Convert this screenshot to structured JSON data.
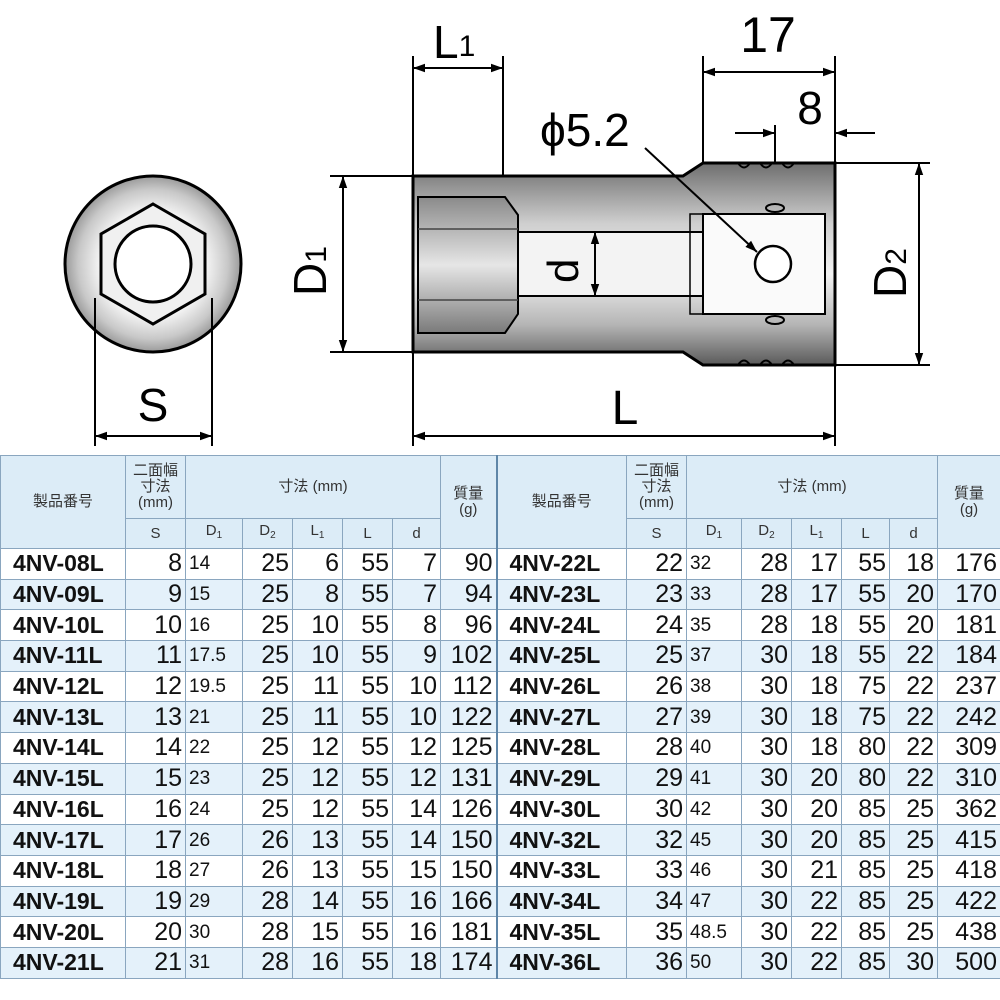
{
  "drawing": {
    "dim_L1": "L",
    "dim_L1_sub": "1",
    "dim_17": "17",
    "dim_8": "8",
    "dim_phi": "ϕ5.2",
    "dim_D1": "D",
    "dim_D1_sub": "1",
    "dim_d": "d",
    "dim_D2": "D",
    "dim_D2_sub": "2",
    "dim_S": "S",
    "dim_L": "L"
  },
  "table": {
    "header": {
      "part_no": "製品番号",
      "width_label": [
        "二面幅",
        "寸法",
        "(mm)"
      ],
      "dims_label": "寸法 (mm)",
      "mass_label": [
        "質量",
        "(g)"
      ],
      "col_S": "S",
      "col_D1": "D",
      "col_D1_sub": "1",
      "col_D2": "D",
      "col_D2_sub": "2",
      "col_L1": "L",
      "col_L1_sub": "1",
      "col_L": "L",
      "col_d": "d"
    },
    "left_rows": [
      {
        "pn": "4NV-08L",
        "s": "8",
        "d1": "14",
        "d2": "25",
        "l1": "6",
        "l": "55",
        "d": "7",
        "g": "90"
      },
      {
        "pn": "4NV-09L",
        "s": "9",
        "d1": "15",
        "d2": "25",
        "l1": "8",
        "l": "55",
        "d": "7",
        "g": "94"
      },
      {
        "pn": "4NV-10L",
        "s": "10",
        "d1": "16",
        "d2": "25",
        "l1": "10",
        "l": "55",
        "d": "8",
        "g": "96"
      },
      {
        "pn": "4NV-11L",
        "s": "11",
        "d1": "17.5",
        "d2": "25",
        "l1": "10",
        "l": "55",
        "d": "9",
        "g": "102"
      },
      {
        "pn": "4NV-12L",
        "s": "12",
        "d1": "19.5",
        "d2": "25",
        "l1": "11",
        "l": "55",
        "d": "10",
        "g": "112"
      },
      {
        "pn": "4NV-13L",
        "s": "13",
        "d1": "21",
        "d2": "25",
        "l1": "11",
        "l": "55",
        "d": "10",
        "g": "122"
      },
      {
        "pn": "4NV-14L",
        "s": "14",
        "d1": "22",
        "d2": "25",
        "l1": "12",
        "l": "55",
        "d": "12",
        "g": "125"
      },
      {
        "pn": "4NV-15L",
        "s": "15",
        "d1": "23",
        "d2": "25",
        "l1": "12",
        "l": "55",
        "d": "12",
        "g": "131"
      },
      {
        "pn": "4NV-16L",
        "s": "16",
        "d1": "24",
        "d2": "25",
        "l1": "12",
        "l": "55",
        "d": "14",
        "g": "126"
      },
      {
        "pn": "4NV-17L",
        "s": "17",
        "d1": "26",
        "d2": "26",
        "l1": "13",
        "l": "55",
        "d": "14",
        "g": "150"
      },
      {
        "pn": "4NV-18L",
        "s": "18",
        "d1": "27",
        "d2": "26",
        "l1": "13",
        "l": "55",
        "d": "15",
        "g": "150"
      },
      {
        "pn": "4NV-19L",
        "s": "19",
        "d1": "29",
        "d2": "28",
        "l1": "14",
        "l": "55",
        "d": "16",
        "g": "166"
      },
      {
        "pn": "4NV-20L",
        "s": "20",
        "d1": "30",
        "d2": "28",
        "l1": "15",
        "l": "55",
        "d": "16",
        "g": "181"
      },
      {
        "pn": "4NV-21L",
        "s": "21",
        "d1": "31",
        "d2": "28",
        "l1": "16",
        "l": "55",
        "d": "18",
        "g": "174"
      }
    ],
    "right_rows": [
      {
        "pn": "4NV-22L",
        "s": "22",
        "d1": "32",
        "d2": "28",
        "l1": "17",
        "l": "55",
        "d": "18",
        "g": "176"
      },
      {
        "pn": "4NV-23L",
        "s": "23",
        "d1": "33",
        "d2": "28",
        "l1": "17",
        "l": "55",
        "d": "20",
        "g": "170"
      },
      {
        "pn": "4NV-24L",
        "s": "24",
        "d1": "35",
        "d2": "28",
        "l1": "18",
        "l": "55",
        "d": "20",
        "g": "181"
      },
      {
        "pn": "4NV-25L",
        "s": "25",
        "d1": "37",
        "d2": "30",
        "l1": "18",
        "l": "55",
        "d": "22",
        "g": "184"
      },
      {
        "pn": "4NV-26L",
        "s": "26",
        "d1": "38",
        "d2": "30",
        "l1": "18",
        "l": "75",
        "d": "22",
        "g": "237"
      },
      {
        "pn": "4NV-27L",
        "s": "27",
        "d1": "39",
        "d2": "30",
        "l1": "18",
        "l": "75",
        "d": "22",
        "g": "242"
      },
      {
        "pn": "4NV-28L",
        "s": "28",
        "d1": "40",
        "d2": "30",
        "l1": "18",
        "l": "80",
        "d": "22",
        "g": "309"
      },
      {
        "pn": "4NV-29L",
        "s": "29",
        "d1": "41",
        "d2": "30",
        "l1": "20",
        "l": "80",
        "d": "22",
        "g": "310"
      },
      {
        "pn": "4NV-30L",
        "s": "30",
        "d1": "42",
        "d2": "30",
        "l1": "20",
        "l": "85",
        "d": "25",
        "g": "362"
      },
      {
        "pn": "4NV-32L",
        "s": "32",
        "d1": "45",
        "d2": "30",
        "l1": "20",
        "l": "85",
        "d": "25",
        "g": "415"
      },
      {
        "pn": "4NV-33L",
        "s": "33",
        "d1": "46",
        "d2": "30",
        "l1": "21",
        "l": "85",
        "d": "25",
        "g": "418"
      },
      {
        "pn": "4NV-34L",
        "s": "34",
        "d1": "47",
        "d2": "30",
        "l1": "22",
        "l": "85",
        "d": "25",
        "g": "422"
      },
      {
        "pn": "4NV-35L",
        "s": "35",
        "d1": "48.5",
        "d2": "30",
        "l1": "22",
        "l": "85",
        "d": "25",
        "g": "438"
      },
      {
        "pn": "4NV-36L",
        "s": "36",
        "d1": "50",
        "d2": "30",
        "l1": "22",
        "l": "85",
        "d": "30",
        "g": "500"
      }
    ]
  }
}
